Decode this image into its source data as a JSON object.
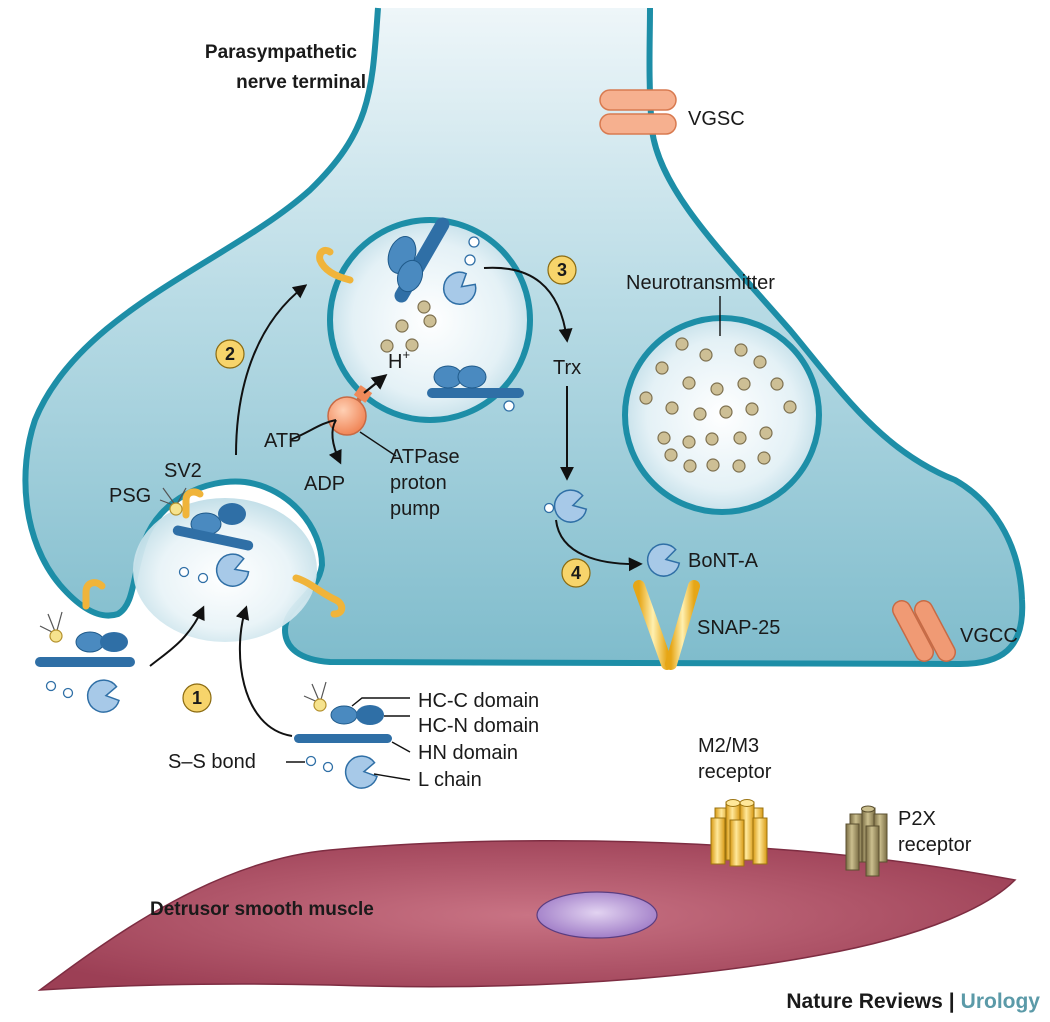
{
  "labels": {
    "nerve_terminal": [
      "Parasympathetic",
      "nerve terminal"
    ],
    "vgsc": "VGSC",
    "vgcc": "VGCC",
    "neurotransmitter": "Neurotransmitter",
    "h_plus": "H",
    "h_plus_sup": "+",
    "trx": "Trx",
    "atp": "ATP",
    "adp": "ADP",
    "atpase": [
      "ATPase",
      "proton",
      "pump"
    ],
    "sv2": "SV2",
    "psg": "PSG",
    "bont_a": "BoNT-A",
    "snap25": "SNAP-25",
    "hc_c": "HC-C domain",
    "hc_n": "HC-N domain",
    "hn": "HN domain",
    "l_chain": "L chain",
    "ss_bond": "S–S bond",
    "m2m3": [
      "M2/M3",
      "receptor"
    ],
    "p2x": [
      "P2X",
      "receptor"
    ],
    "muscle": "Detrusor smooth muscle"
  },
  "steps": [
    "1",
    "2",
    "3",
    "4"
  ],
  "credit": {
    "journal": "Nature Reviews",
    "separator": "|",
    "section": "Urology"
  },
  "colors": {
    "terminal_fill": "#a9d3df",
    "membrane": "#1d8ea7",
    "toxin_dark": "#2f6fa6",
    "toxin_light": "#a7c9e8",
    "sv2_yellow": "#f0b43a",
    "badge": "#f7d46b",
    "muscle": "#b0566a",
    "nucleus": "#a884c8",
    "channel_orange": "#f0a07a"
  }
}
